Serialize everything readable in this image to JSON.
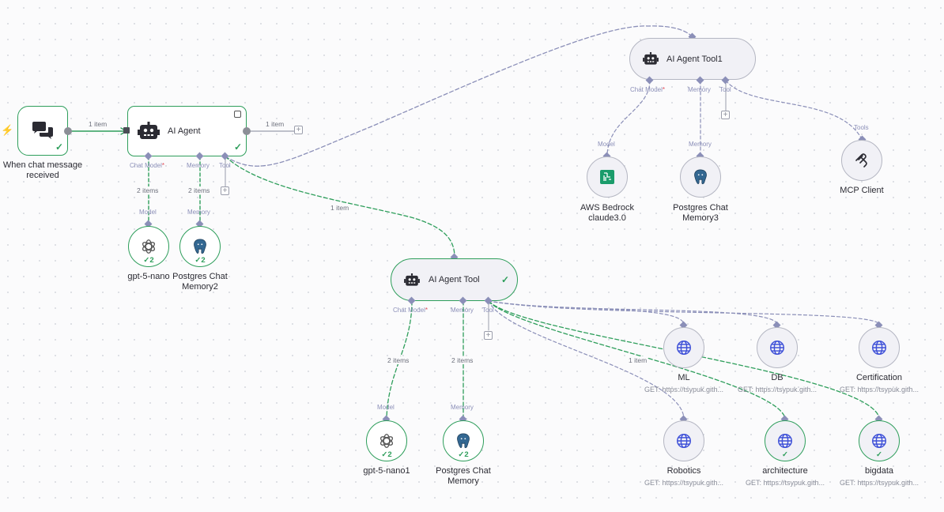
{
  "nodes": {
    "chat_trigger": {
      "caption_line1": "When chat message",
      "caption_line2": "received",
      "icon": "chat-bubbles-icon"
    },
    "ai_agent": {
      "title": "AI Agent",
      "icon": "robot-icon"
    },
    "gpt5nano": {
      "caption": "gpt-5-nano",
      "count": "2",
      "icon": "openai-icon"
    },
    "postgres2": {
      "caption_line1": "Postgres Chat",
      "caption_line2": "Memory2",
      "count": "2",
      "icon": "postgres-elephant-icon"
    },
    "agent_tool1": {
      "title": "AI Agent Tool1",
      "icon": "robot-icon"
    },
    "bedrock": {
      "caption_line1": "AWS Bedrock",
      "caption_line2": "claude3.0",
      "icon": "aws-bedrock-icon"
    },
    "postgres3": {
      "caption_line1": "Postgres Chat",
      "caption_line2": "Memory3",
      "icon": "postgres-elephant-icon"
    },
    "mcp_client": {
      "caption": "MCP Client",
      "icon": "mcp-icon"
    },
    "agent_tool": {
      "title": "AI Agent Tool",
      "icon": "robot-icon"
    },
    "gpt5nano1": {
      "caption": "gpt-5-nano1",
      "count": "2",
      "icon": "openai-icon"
    },
    "postgres": {
      "caption_line1": "Postgres Chat",
      "caption_line2": "Memory",
      "count": "2",
      "icon": "postgres-elephant-icon"
    },
    "ml": {
      "caption": "ML",
      "sub": "GET: https://tsypuk.gith...",
      "icon": "globe-icon"
    },
    "db": {
      "caption": "DB",
      "sub": "GET: https://tsypuk.gith...",
      "icon": "globe-icon"
    },
    "certification": {
      "caption": "Certification",
      "sub": "GET: https://tsypuk.gith...",
      "icon": "globe-icon"
    },
    "robotics": {
      "caption": "Robotics",
      "sub": "GET: https://tsypuk.gith...",
      "icon": "globe-icon"
    },
    "architecture": {
      "caption": "architecture",
      "sub": "GET: https://tsypuk.gith...",
      "icon": "globe-icon"
    },
    "bigdata": {
      "caption": "bigdata",
      "sub": "GET: https://tsypuk.gith...",
      "icon": "globe-icon"
    }
  },
  "ports": {
    "chat_model": "Chat Model",
    "required_mark": "*",
    "memory": "Memory",
    "tool": "Tool",
    "model": "Model",
    "tools": "Tools"
  },
  "edges": {
    "trigger_to_agent": "1 item",
    "agent_out": "1 item",
    "agent_chat_model": "2 items",
    "agent_memory": "2 items",
    "agent_to_agent_tool": "1 item",
    "agent_tool_chat_model": "2 items",
    "agent_tool_memory": "2 items",
    "agent_tool_to_architecture": "1 item"
  },
  "colors": {
    "success": "#2e9e5b",
    "port": "#8b8fb8",
    "dashed_edge_ai": "#8b8fb8",
    "dashed_edge_active": "#2e9e5b",
    "required": "#e04a56",
    "trigger_bolt": "#ef6a4a",
    "http_globe": "#3f51d8",
    "bedrock": "#1b9c6b",
    "postgres": "#336791"
  }
}
